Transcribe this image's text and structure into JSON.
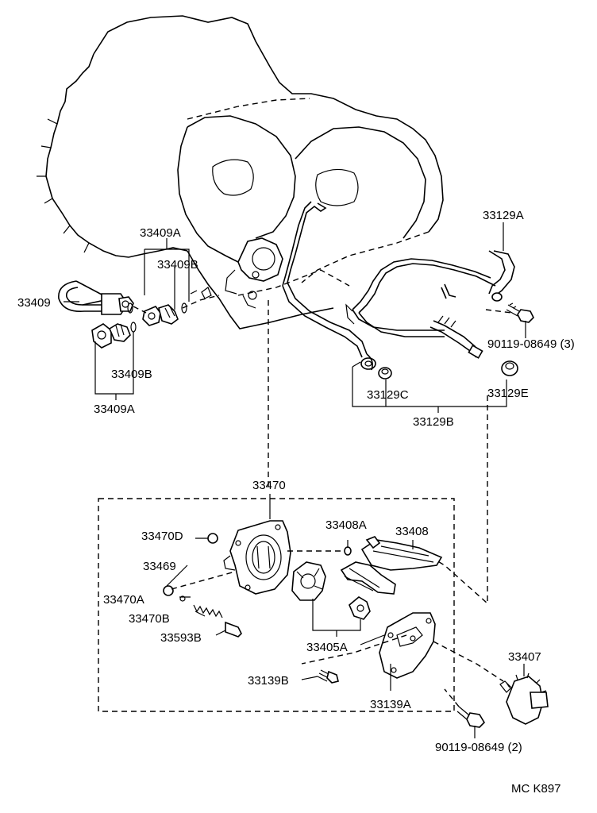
{
  "labels": {
    "p33409A_top": "33409A",
    "p33409B_top": "33409B",
    "p33409": "33409",
    "p33409B_bot": "33409B",
    "p33409A_bot": "33409A",
    "p33129A": "33129A",
    "p90119_3": "90119-08649 (3)",
    "p33129C": "33129C",
    "p33129E": "33129E",
    "p33129B": "33129B",
    "p33470": "33470",
    "p33408A": "33408A",
    "p33408": "33408",
    "p33470D": "33470D",
    "p33469": "33469",
    "p33470A": "33470A",
    "p33470B": "33470B",
    "p33593B": "33593B",
    "p33405A": "33405A",
    "p33139B": "33139B",
    "p33139A": "33139A",
    "p33407": "33407",
    "p90119_2": "90119-08649 (2)",
    "code": "MC K897"
  }
}
